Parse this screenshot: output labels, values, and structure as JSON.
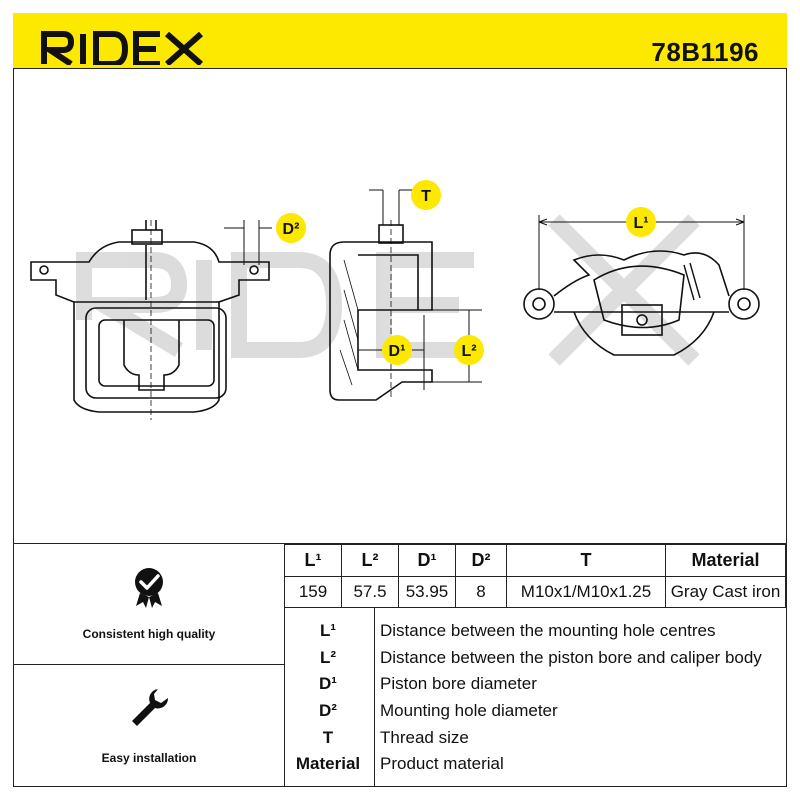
{
  "header": {
    "brand": "RIDEX",
    "part_number": "78B1196",
    "background_color": "#fde800"
  },
  "drawing": {
    "watermark": "RIDEX",
    "dimension_labels": {
      "d2": "D²",
      "t": "T",
      "d1": "D¹",
      "l2": "L²",
      "l1": "L¹"
    }
  },
  "features": [
    {
      "icon": "quality-check-icon",
      "label": "Consistent high quality"
    },
    {
      "icon": "wrench-icon",
      "label": "Easy installation"
    }
  ],
  "spec_table": {
    "headers": [
      "L¹",
      "L²",
      "D¹",
      "D²",
      "T",
      "Material"
    ],
    "values": [
      "159",
      "57.5",
      "53.95",
      "8",
      "M10x1/M10x1.25",
      "Gray Cast iron"
    ]
  },
  "legend": [
    {
      "key": "L¹",
      "desc": "Distance between the mounting hole centres"
    },
    {
      "key": "L²",
      "desc": "Distance between the piston bore and caliper body"
    },
    {
      "key": "D¹",
      "desc": "Piston bore diameter"
    },
    {
      "key": "D²",
      "desc": "Mounting hole diameter"
    },
    {
      "key": "T",
      "desc": "Thread size"
    },
    {
      "key": "Material",
      "desc": "Product material"
    }
  ]
}
